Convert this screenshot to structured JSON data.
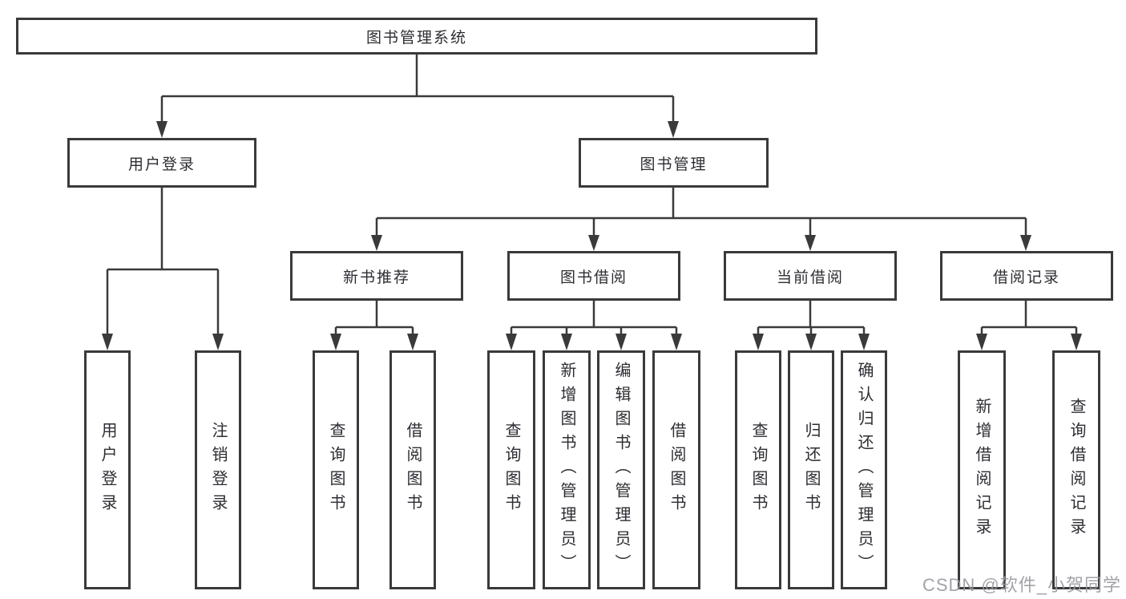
{
  "diagram": {
    "title": "图书管理系统",
    "user_login": {
      "label": "用户登录",
      "login": "用户登录",
      "logout": "注销登录"
    },
    "book_mgmt": {
      "label": "图书管理",
      "new_book": {
        "label": "新书推荐",
        "query": "查询图书",
        "borrow": "借阅图书"
      },
      "book_borrow": {
        "label": "图书借阅",
        "query": "查询图书",
        "add": "新增图书（管理员）",
        "edit": "编辑图书（管理员）",
        "borrow": "借阅图书"
      },
      "current_borrow": {
        "label": "当前借阅",
        "query": "查询图书",
        "return": "归还图书",
        "confirm": "确认归还（管理员）"
      },
      "borrow_record": {
        "label": "借阅记录",
        "add": "新增借阅记录",
        "query": "查询借阅记录"
      }
    }
  },
  "watermark": "CSDN @软件_小贺同学",
  "colors": {
    "line": "#3a3a3a",
    "border": "#3a3a3a",
    "text": "#2d2d33",
    "watermark": "#9898a0"
  }
}
